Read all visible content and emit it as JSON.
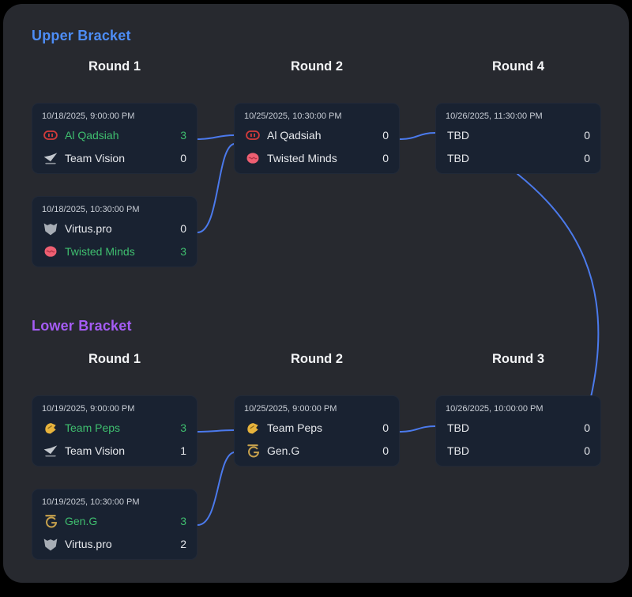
{
  "colors": {
    "upper_accent": "#4d8df6",
    "lower_accent": "#a55cf5",
    "winner_green": "#3fbf6f",
    "connector_blue": "#4d7ef7",
    "card_bg": "#192231",
    "panel_bg": "#27292f"
  },
  "upper": {
    "title": "Upper Bracket",
    "rounds": [
      {
        "label": "Round 1",
        "matches": [
          {
            "datetime": "10/18/2025, 9:00:00 PM",
            "teams": [
              {
                "name": "Al Qadsiah",
                "score": 3,
                "winner": true,
                "icon": "al-qadsiah-logo-icon"
              },
              {
                "name": "Team Vision",
                "score": 0,
                "winner": false,
                "icon": "team-vision-logo-icon"
              }
            ]
          },
          {
            "datetime": "10/18/2025, 10:30:00 PM",
            "teams": [
              {
                "name": "Virtus.pro",
                "score": 0,
                "winner": false,
                "icon": "virtus-pro-logo-icon"
              },
              {
                "name": "Twisted Minds",
                "score": 3,
                "winner": true,
                "icon": "twisted-minds-logo-icon"
              }
            ]
          }
        ]
      },
      {
        "label": "Round 2",
        "matches": [
          {
            "datetime": "10/25/2025, 10:30:00 PM",
            "teams": [
              {
                "name": "Al Qadsiah",
                "score": 0,
                "winner": false,
                "icon": "al-qadsiah-logo-icon"
              },
              {
                "name": "Twisted Minds",
                "score": 0,
                "winner": false,
                "icon": "twisted-minds-logo-icon"
              }
            ]
          }
        ]
      },
      {
        "label": "Round 4",
        "matches": [
          {
            "datetime": "10/26/2025, 11:30:00 PM",
            "teams": [
              {
                "name": "TBD",
                "score": 0,
                "winner": false,
                "icon": null
              },
              {
                "name": "TBD",
                "score": 0,
                "winner": false,
                "icon": null
              }
            ]
          }
        ]
      }
    ]
  },
  "lower": {
    "title": "Lower Bracket",
    "rounds": [
      {
        "label": "Round 1",
        "matches": [
          {
            "datetime": "10/19/2025, 9:00:00 PM",
            "teams": [
              {
                "name": "Team Peps",
                "score": 3,
                "winner": true,
                "icon": "team-peps-logo-icon"
              },
              {
                "name": "Team Vision",
                "score": 1,
                "winner": false,
                "icon": "team-vision-logo-icon"
              }
            ]
          },
          {
            "datetime": "10/19/2025, 10:30:00 PM",
            "teams": [
              {
                "name": "Gen.G",
                "score": 3,
                "winner": true,
                "icon": "gen-g-logo-icon"
              },
              {
                "name": "Virtus.pro",
                "score": 2,
                "winner": false,
                "icon": "virtus-pro-logo-icon"
              }
            ]
          }
        ]
      },
      {
        "label": "Round 2",
        "matches": [
          {
            "datetime": "10/25/2025, 9:00:00 PM",
            "teams": [
              {
                "name": "Team Peps",
                "score": 0,
                "winner": false,
                "icon": "team-peps-logo-icon"
              },
              {
                "name": "Gen.G",
                "score": 0,
                "winner": false,
                "icon": "gen-g-logo-icon"
              }
            ]
          }
        ]
      },
      {
        "label": "Round 3",
        "matches": [
          {
            "datetime": "10/26/2025, 10:00:00 PM",
            "teams": [
              {
                "name": "TBD",
                "score": 0,
                "winner": false,
                "icon": null
              },
              {
                "name": "TBD",
                "score": 0,
                "winner": false,
                "icon": null
              }
            ]
          }
        ]
      }
    ]
  }
}
